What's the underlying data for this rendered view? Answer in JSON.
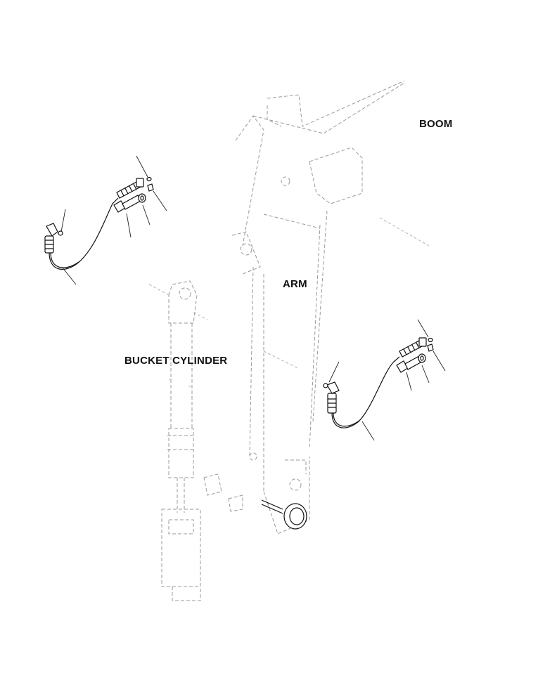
{
  "labels": {
    "boom": "BOOM",
    "arm": "ARM",
    "bucket_cylinder": "BUCKET CYLINDER"
  },
  "colors": {
    "line": "#111111",
    "ghost_line": "#9a9a9a",
    "background": "#ffffff"
  }
}
